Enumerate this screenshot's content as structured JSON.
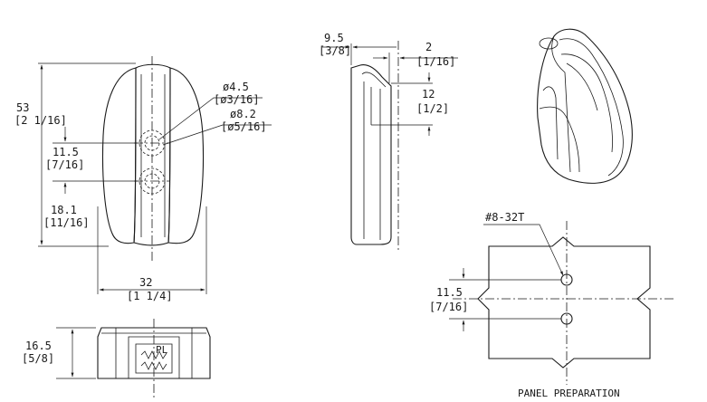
{
  "front_view": {
    "height_mm": "53",
    "height_in": "[2 1/16]",
    "hole_dia_mm": "ø4.5",
    "hole_dia_in": "[ø3/16]",
    "cbore_dia_mm": "ø8.2",
    "cbore_dia_in": "[ø5/16]",
    "upper_hole_mm": "11.5",
    "upper_hole_in": "[7/16]",
    "lower_hole_mm": "18.1",
    "lower_hole_in": "[11/16]",
    "width_mm": "32",
    "width_in": "[1 1/4]"
  },
  "side_view": {
    "depth_mm": "9.5",
    "depth_in": "[3/8]",
    "lip_mm": "2",
    "lip_in": "[1/16]",
    "lip_height_mm": "12",
    "lip_height_in": "[1/2]"
  },
  "bottom_view": {
    "height_mm": "16.5",
    "height_in": "[5/8]",
    "pl_mark": "PL"
  },
  "panel": {
    "thread": "#8-32T",
    "spacing_mm": "11.5",
    "spacing_in": "[7/16]",
    "caption": "PANEL PREPARATION"
  }
}
